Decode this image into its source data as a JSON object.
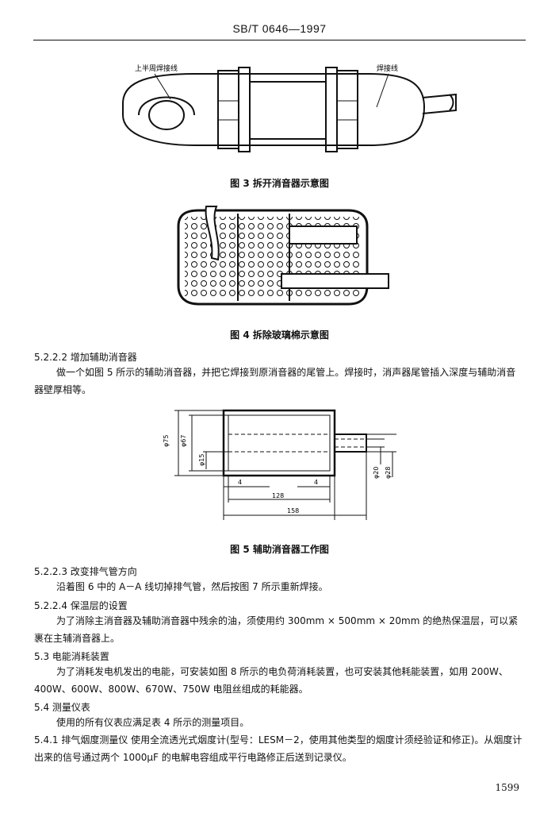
{
  "header": {
    "standard": "SB/T 0646—1997"
  },
  "figure3": {
    "label_left": "上半周焊接线",
    "label_right": "焊接线",
    "caption": "图 3   拆开消音器示意图"
  },
  "figure4": {
    "caption": "图 4   拆除玻璃棉示意图"
  },
  "section_5_2_2_2": {
    "heading": "5.2.2.2   增加辅助消音器",
    "body": "做一个如图 5 所示的辅助消音器，并把它焊接到原消音器的尾管上。焊接时，消声器尾管插入深度与辅助消音器壁厚相等。"
  },
  "figure5": {
    "dim_phi75": "φ75",
    "dim_phi67": "φ67",
    "dim_phi15": "φ15",
    "dim_phi20": "φ20",
    "dim_phi28": "φ28",
    "dim_4_left": "4",
    "dim_4_right": "4",
    "dim_128": "128",
    "dim_158": "158",
    "caption": "图 5   辅助消音器工作图"
  },
  "section_5_2_2_3": {
    "heading": "5.2.2.3   改变排气管方向",
    "body": "沿着图 6 中的 A－A 线切掉排气管，然后按图 7 所示重新焊接。"
  },
  "section_5_2_2_4": {
    "heading": "5.2.2.4   保温层的设置",
    "body": "为了消除主消音器及辅助消音器中残余的油，须使用约 300mm × 500mm × 20mm 的绝热保温层，可以紧裹在主辅消音器上。"
  },
  "section_5_3": {
    "heading": "5.3   电能消耗装置",
    "body": "为了消耗发电机发出的电能，可安装如图 8 所示的电负荷消耗装置，也可安装其他耗能装置，如用 200W、400W、600W、800W、670W、750W 电阻丝组成的耗能器。"
  },
  "section_5_4": {
    "heading": "5.4   测量仪表",
    "body": "使用的所有仪表应满足表 4 所示的测量项目。"
  },
  "section_5_4_1": {
    "body": "5.4.1   排气烟度测量仪  使用全流透光式烟度计(型号：LESM－2，使用其他类型的烟度计须经验证和修正)。从烟度计出来的信号通过两个 1000μF 的电解电容组成平行电路修正后送到记录仪。"
  },
  "footer": {
    "page_number": "1599"
  }
}
